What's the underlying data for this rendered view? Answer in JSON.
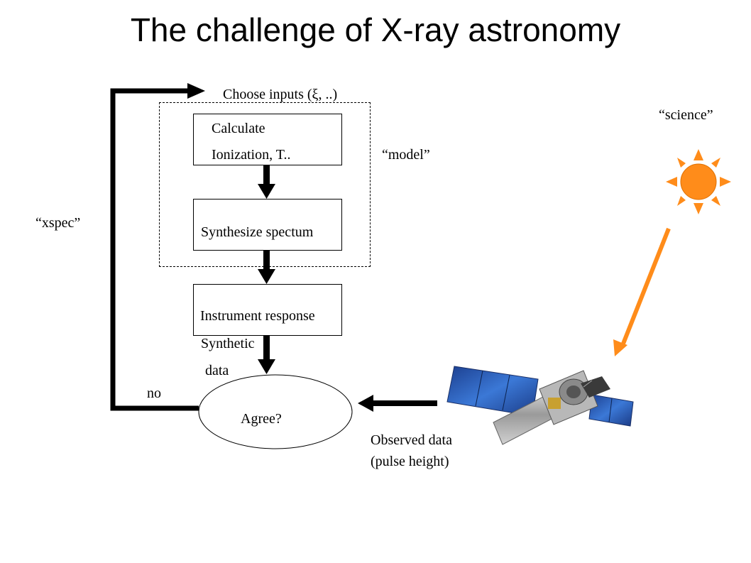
{
  "title": "The challenge of X-ray astronomy",
  "labels": {
    "choose_inputs": "Choose inputs (ξ, ..)",
    "model": "“model”",
    "science": "“science”",
    "xspec": "“xspec”",
    "synthetic": "Synthetic",
    "data": "data",
    "no": "no",
    "agree": "Agree?",
    "observed_1": "Observed data",
    "observed_2": "(pulse height)"
  },
  "boxes": {
    "calculate_1": "Calculate",
    "calculate_2": "Ionization, T..",
    "synthesize": "Synthesize spectum",
    "instrument": "Instrument response"
  },
  "colors": {
    "sun": "#ff8c1a",
    "science_arrow": "#ff8c1a",
    "panel": "#2d5fb8"
  },
  "icons": {
    "sun": "sun-icon",
    "satellite": "satellite-icon"
  }
}
